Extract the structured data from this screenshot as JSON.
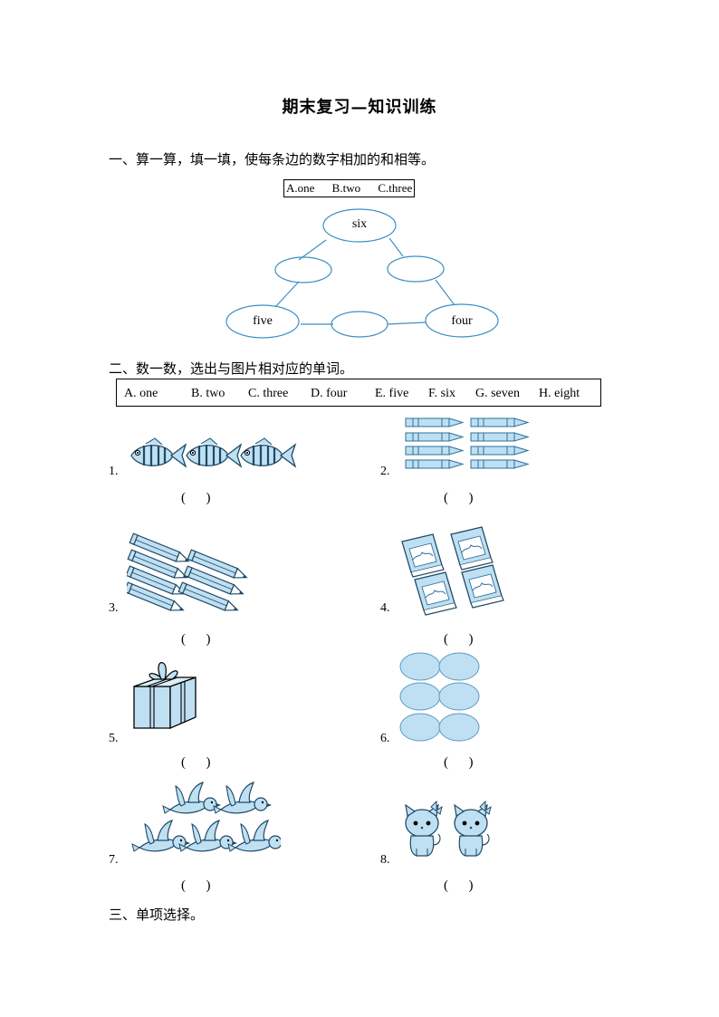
{
  "title": "期末复习—知识训练",
  "section1": {
    "heading": "一、算一算，填一填，使每条边的数字相加的和相等。",
    "options": [
      "A.one",
      "B.two",
      "C.three"
    ],
    "nodes": {
      "top": "six",
      "bottom_left": "five",
      "bottom_right": "four"
    }
  },
  "section2": {
    "heading": "二、数一数，选出与图片相对应的单词。",
    "options": [
      "A. one",
      "B. two",
      "C. three",
      "D. four",
      "E. five",
      "F. six",
      "G. seven",
      "H. eight"
    ],
    "questions": [
      {
        "num": "1.",
        "answer": "(      )",
        "picture": "fish-icon"
      },
      {
        "num": "2.",
        "answer": "(      )",
        "picture": "crayon-icon"
      },
      {
        "num": "3.",
        "answer": "(      )",
        "picture": "pencil-icon"
      },
      {
        "num": "4.",
        "answer": "(      )",
        "picture": "book-icon"
      },
      {
        "num": "5.",
        "answer": "(      )",
        "picture": "gift-box-icon"
      },
      {
        "num": "6.",
        "answer": "(      )",
        "picture": "oval-icon"
      },
      {
        "num": "7.",
        "answer": "(      )",
        "picture": "bird-icon"
      },
      {
        "num": "8.",
        "answer": "(      )",
        "picture": "kitten-icon"
      }
    ]
  },
  "section3": {
    "heading": "三、单项选择。"
  },
  "colors": {
    "illustration_fill": "#bfe0f2",
    "illustration_stroke": "#2d6f9a",
    "ellipse_stroke": "#3b8fc4"
  }
}
